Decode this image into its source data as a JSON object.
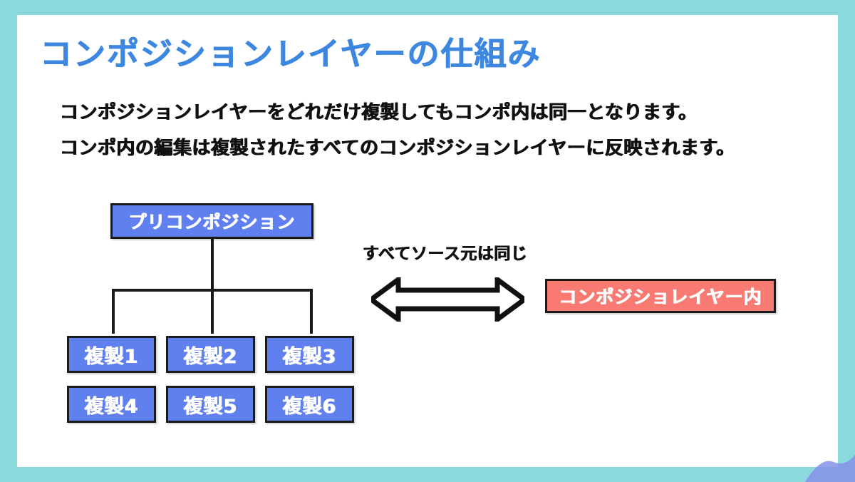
{
  "slide": {
    "title": "コンポジションレイヤーの仕組み",
    "body_lines": [
      "コンポジションレイヤーをどれだけ複製してもコンポ内は同一となります。",
      "コンポ内の編集は複製されたすべてのコンポジションレイヤーに反映されます。"
    ]
  },
  "diagram": {
    "precomp_label": "プリコンポジション",
    "duplicates": [
      "複製1",
      "複製2",
      "複製3",
      "複製4",
      "複製5",
      "複製6"
    ],
    "arrow_caption": "すべてソース元は同じ",
    "comp_layer_label": "コンポジショレイヤー内"
  },
  "colors": {
    "frame": "#8bd8dd",
    "canvas": "#ffffff",
    "title_blue": "#3d87e0",
    "node_blue": "#5f80ee",
    "node_pink": "#f87a73",
    "line_black": "#1b1b1b",
    "corner_decor": "#7e8fe8"
  }
}
